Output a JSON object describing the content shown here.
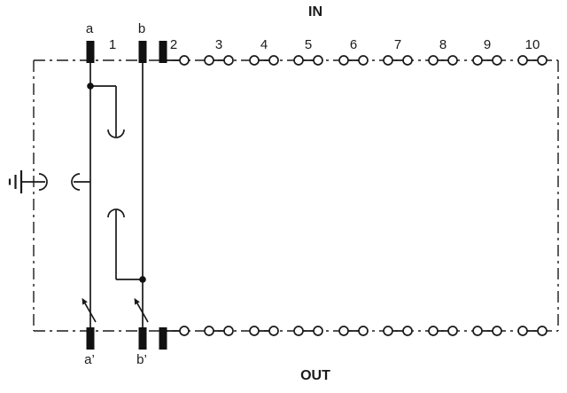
{
  "diagram": {
    "in_label": "IN",
    "out_label": "OUT",
    "terminal_labels": {
      "a": "a",
      "b": "b",
      "a_prime": "a’",
      "b_prime": "b’"
    },
    "channel_numbers": [
      "1",
      "2",
      "3",
      "4",
      "5",
      "6",
      "7",
      "8",
      "9",
      "10"
    ],
    "symbols": {
      "ground": "earth-ground-icon",
      "spark_gap": "spark-gap-contact-icon",
      "disconnect": "disconnect-arrow-icon",
      "terminal_point": "disconnect-terminal-circle",
      "protected_terminal": "terminal-pin-black"
    },
    "colors": {
      "line": "#1a1a1a",
      "background": "#ffffff"
    }
  }
}
